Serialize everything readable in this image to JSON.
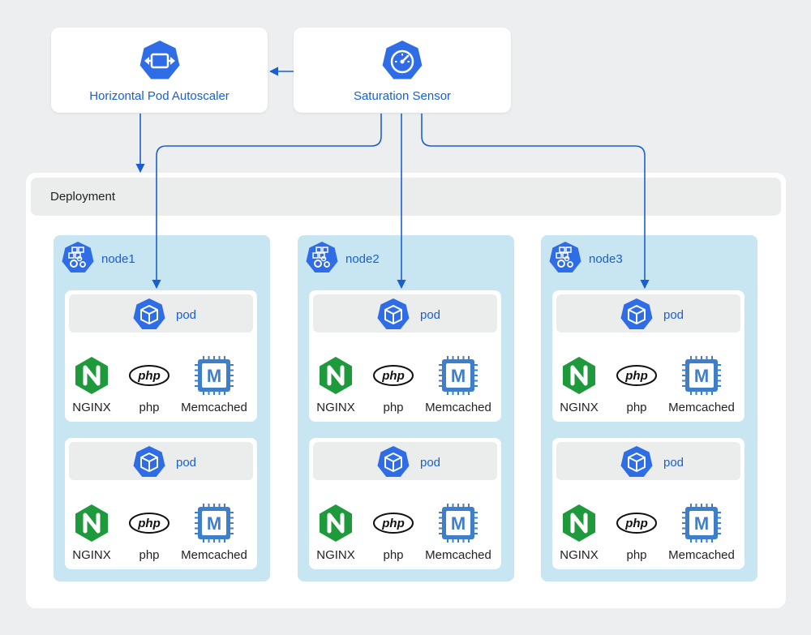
{
  "hpa": {
    "label": "Horizontal Pod Autoscaler",
    "icon": "hpa-icon"
  },
  "sensor": {
    "label": "Saturation Sensor",
    "icon": "gauge-icon"
  },
  "deployment": {
    "label": "Deployment"
  },
  "nodes": [
    {
      "label": "node1",
      "pods": [
        {
          "label": "pod",
          "apps": [
            "NGINX",
            "php",
            "Memcached"
          ]
        },
        {
          "label": "pod",
          "apps": [
            "NGINX",
            "php",
            "Memcached"
          ]
        }
      ]
    },
    {
      "label": "node2",
      "pods": [
        {
          "label": "pod",
          "apps": [
            "NGINX",
            "php",
            "Memcached"
          ]
        },
        {
          "label": "pod",
          "apps": [
            "NGINX",
            "php",
            "Memcached"
          ]
        }
      ]
    },
    {
      "label": "node3",
      "pods": [
        {
          "label": "pod",
          "apps": [
            "NGINX",
            "php",
            "Memcached"
          ]
        },
        {
          "label": "pod",
          "apps": [
            "NGINX",
            "php",
            "Memcached"
          ]
        }
      ]
    }
  ],
  "logos": {
    "php_text": "php",
    "memcached_letter": "M",
    "nginx_letter": "N"
  },
  "colors": {
    "k8s_blue": "#2f6de6",
    "label_blue": "#1a5fd0",
    "node_bg": "#c8e5f2",
    "nginx_green": "#1e9a3c",
    "memcached_blue": "#3f7fc9"
  }
}
